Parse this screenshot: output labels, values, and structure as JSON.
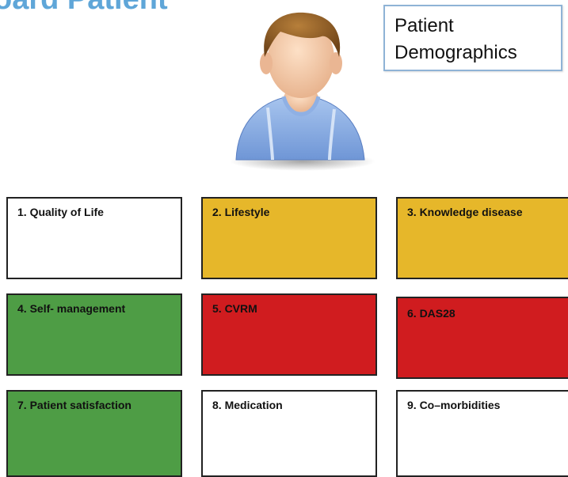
{
  "header": {
    "title": "oard Patient"
  },
  "avatar": {
    "icon": "patient-avatar-icon"
  },
  "demographics": {
    "line1": "Patient",
    "line2": "Demographics"
  },
  "colors": {
    "white": "#ffffff",
    "yellow": "#e6b72a",
    "green": "#4e9d45",
    "red": "#d01c1f",
    "title": "#5fa6d8"
  },
  "tiles": [
    {
      "label": "1. Quality of Life",
      "status": "white"
    },
    {
      "label": "2. Lifestyle",
      "status": "yellow"
    },
    {
      "label": "3. Knowledge disease",
      "status": "yellow"
    },
    {
      "label": "4. Self- management",
      "status": "green"
    },
    {
      "label": "5. CVRM",
      "status": "red"
    },
    {
      "label": "6. DAS28",
      "status": "red"
    },
    {
      "label": "7. Patient satisfaction",
      "status": "green"
    },
    {
      "label": "8. Medication",
      "status": "white"
    },
    {
      "label": "9. Co–morbidities",
      "status": "white"
    }
  ]
}
